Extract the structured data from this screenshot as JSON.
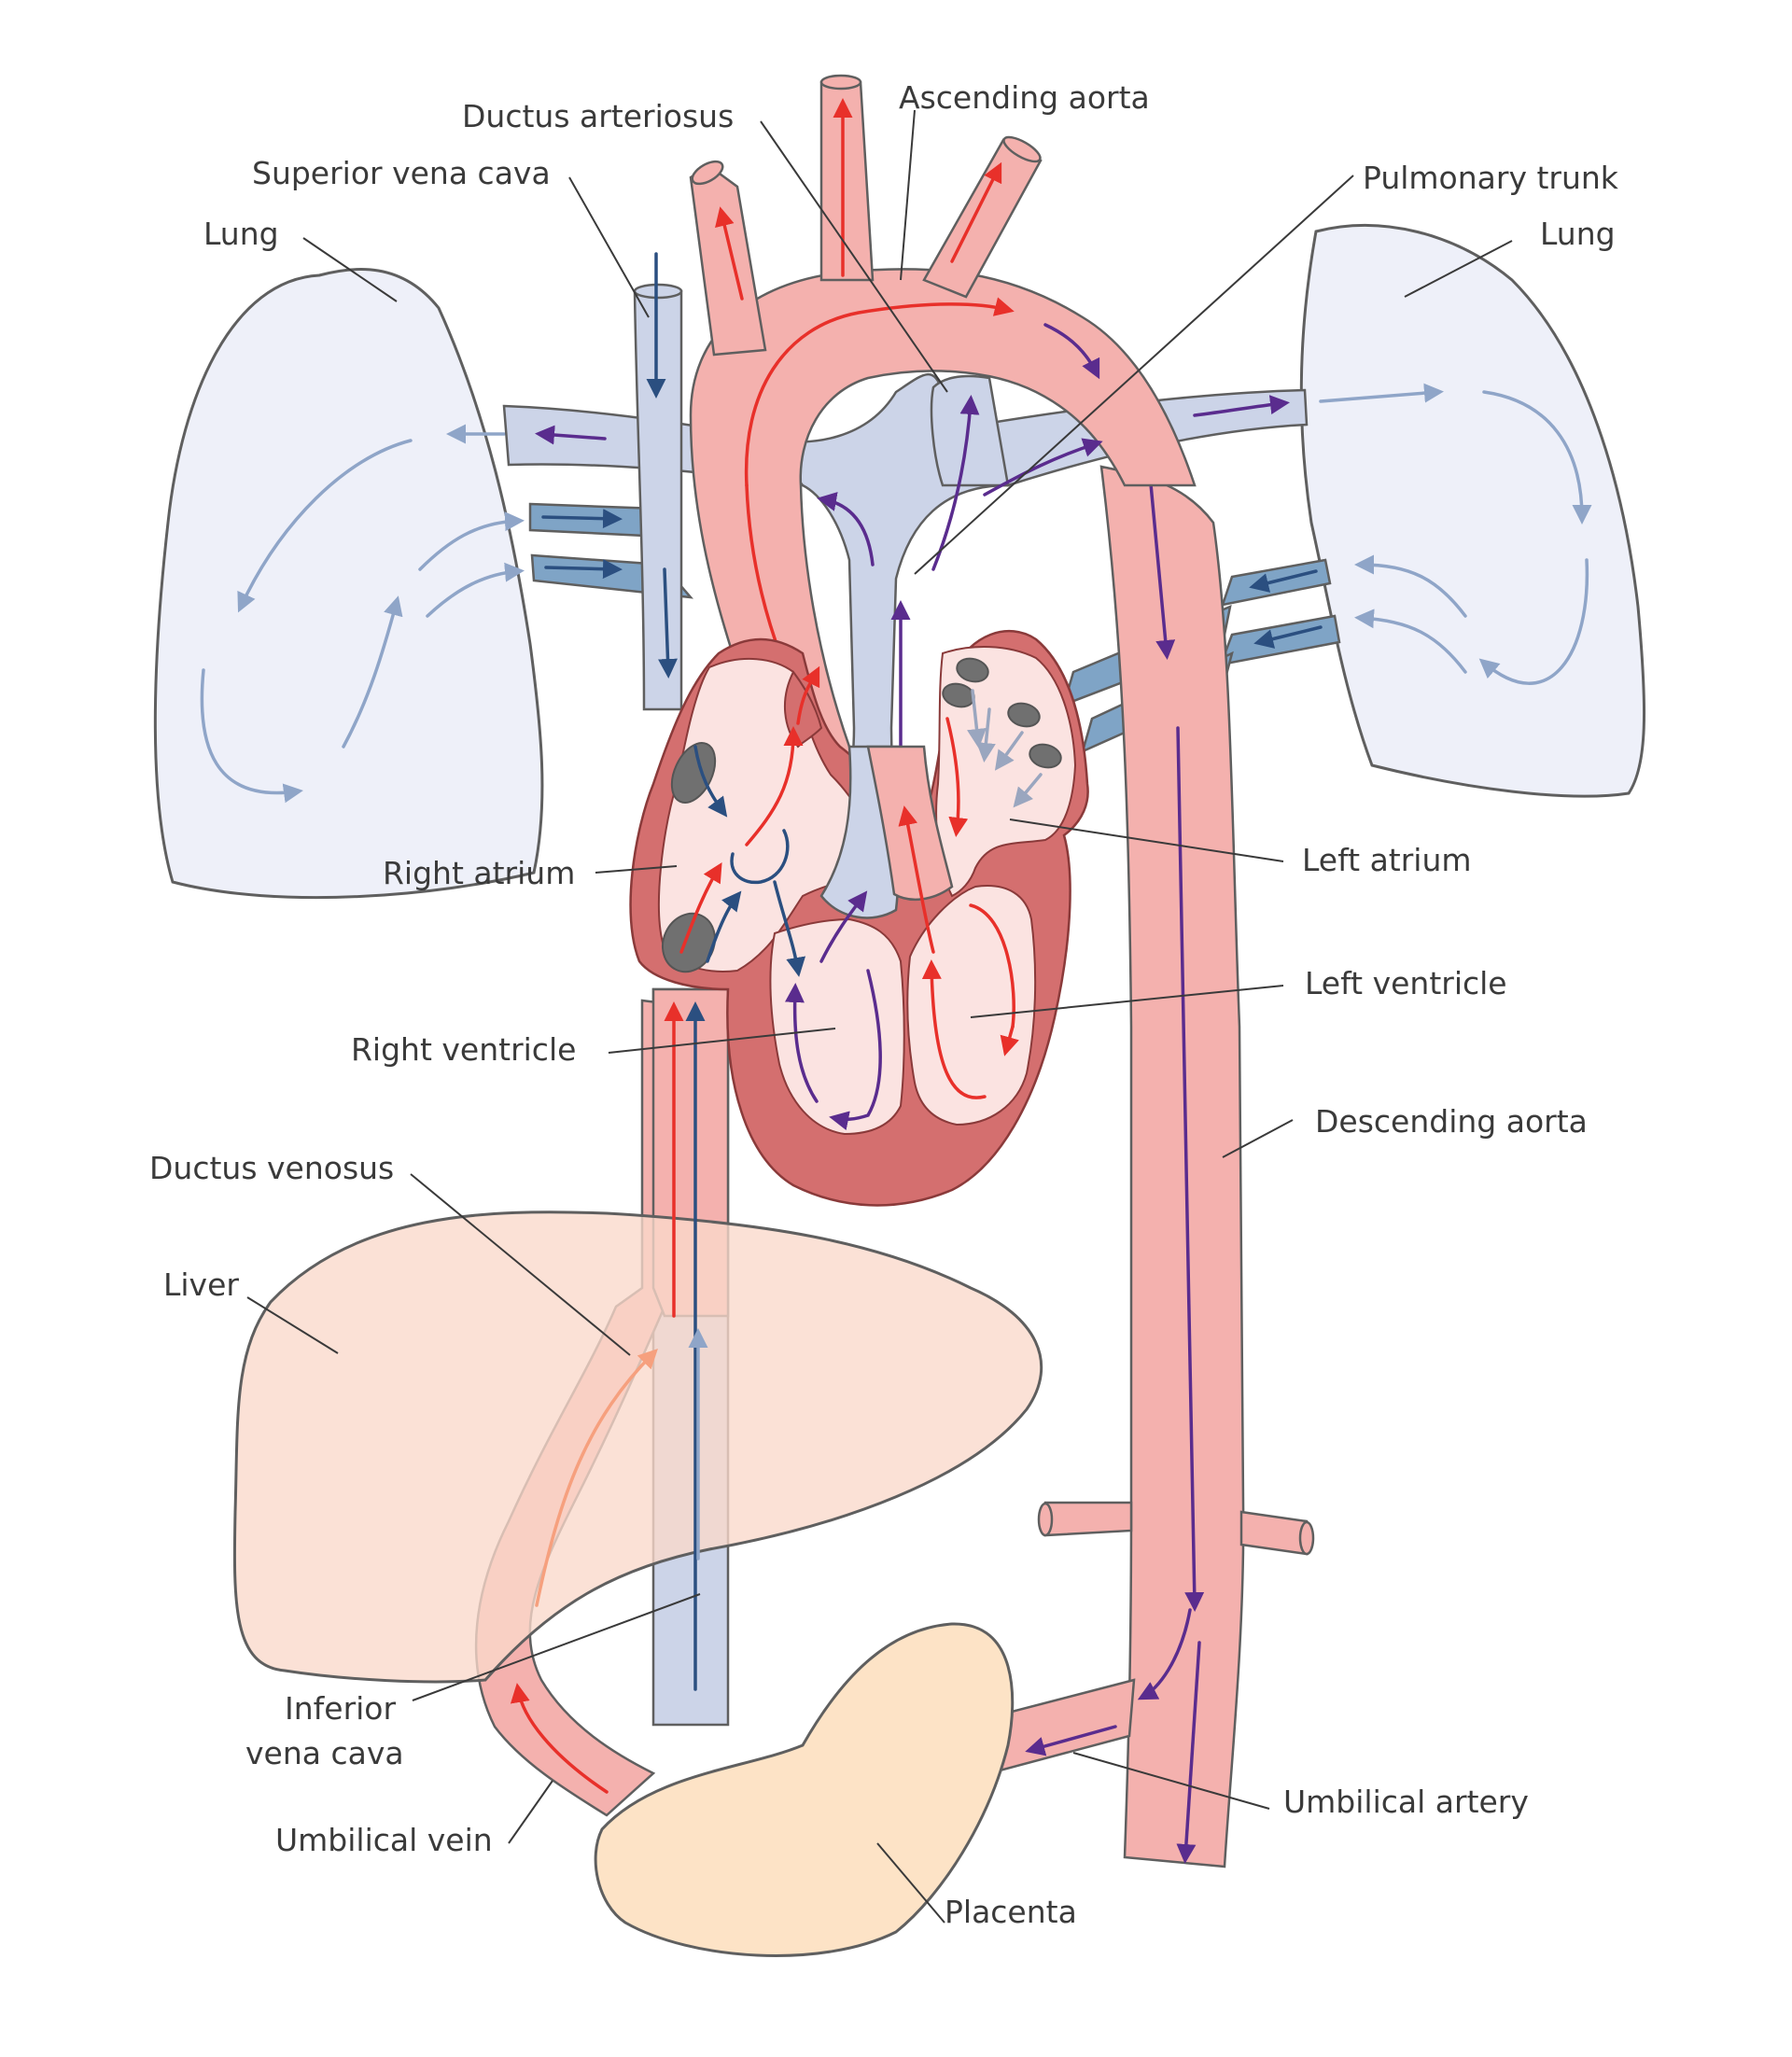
{
  "labels": {
    "ductus_arteriosus": "Ductus arteriosus",
    "ascending_aorta": "Ascending aorta",
    "superior_vena_cava": "Superior vena cava",
    "pulmonary_trunk": "Pulmonary trunk",
    "lung_left_side": "Lung",
    "lung_right_side": "Lung",
    "right_atrium": "Right atrium",
    "left_atrium": "Left atrium",
    "left_ventricle": "Left ventricle",
    "right_ventricle": "Right ventricle",
    "descending_aorta": "Descending aorta",
    "ductus_venosus": "Ductus venosus",
    "liver": "Liver",
    "inferior_vena_cava_line1": "Inferior",
    "inferior_vena_cava_line2": "vena cava",
    "umbilical_artery": "Umbilical artery",
    "umbilical_vein": "Umbilical vein",
    "placenta": "Placenta"
  },
  "colors": {
    "artery_fill": "#f4b1ae",
    "artery_stroke": "#c8555a",
    "vein_fill": "#ccd4e8",
    "pulmonary_vein_fill": "#7fa4c6",
    "lung_fill": "#eef0f9",
    "liver_fill": "#fad8cb",
    "placenta_fill": "#fde3c6",
    "heart_wall": "#d46f6f",
    "heart_chamber": "#fbe3e1",
    "arrow_red": "#e8302a",
    "arrow_purple": "#5a2c8e",
    "arrow_navy": "#2b4f80",
    "arrow_light_blue": "#8fa5c8",
    "arrow_orange": "#f6a07e"
  }
}
